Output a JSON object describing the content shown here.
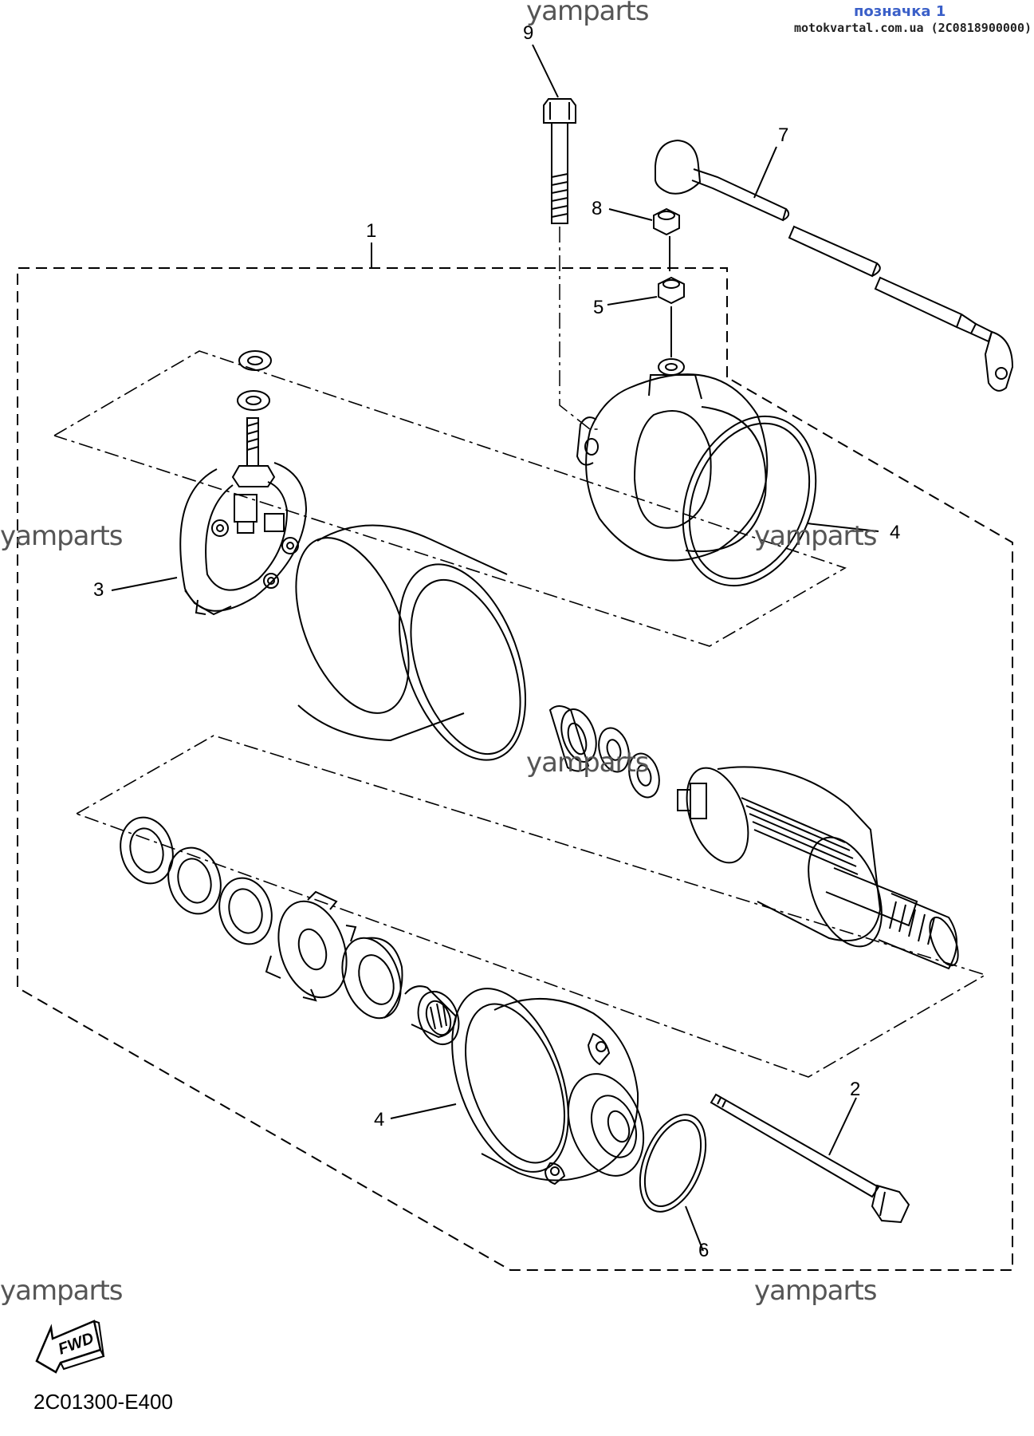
{
  "header": {
    "mark_title": "позначка 1",
    "mark_source": "motokvartal.com.ua (2C0818900000)"
  },
  "watermark": "yamparts",
  "callouts": {
    "p1": "1",
    "p2": "2",
    "p3": "3",
    "p4a": "4",
    "p4b": "4",
    "p5": "5",
    "p6": "6",
    "p7": "7",
    "p8": "8",
    "p9": "9"
  },
  "fwd_label": "FWD",
  "diagram_code": "2C01300-E400"
}
